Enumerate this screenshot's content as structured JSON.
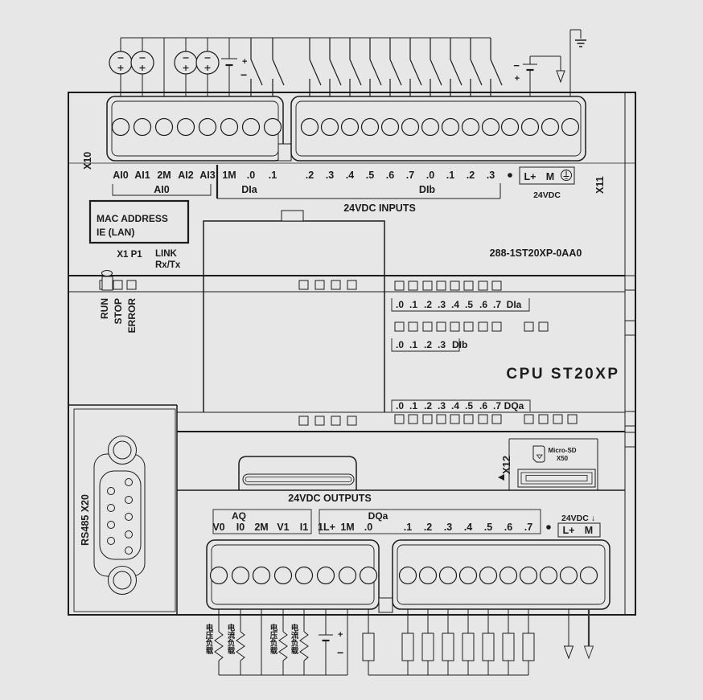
{
  "colors": {
    "background": "#e7e7e7",
    "line": "#1c1c1c"
  },
  "module": {
    "cpu_name": "CPU ST20XP",
    "order_number": "288-1ST20XP-0AA0"
  },
  "connectors": {
    "x10": "X10",
    "x11": "X11",
    "x12": "X12",
    "rs485": "RS485 X20",
    "sd_name": "Micro-SD",
    "sd_port": "X50"
  },
  "top_terminals": {
    "analog_pins": [
      "AI0",
      "AI1",
      "2M",
      "AI2",
      "AI3"
    ],
    "analog_group_label": "AI0",
    "dia_pins": [
      "1M",
      ".0",
      ".1",
      ".2",
      ".3",
      ".4",
      ".5",
      ".6",
      ".7"
    ],
    "dia_group_label": "DIa",
    "dib_pins": [
      ".0",
      ".1",
      ".2",
      ".3"
    ],
    "dib_group_label": "DIb",
    "unused_dot": "•",
    "power_pins": [
      "L+",
      "M"
    ],
    "power_label": "24VDC",
    "section_label": "24VDC INPUTS"
  },
  "info": {
    "mac_line1": "MAC ADDRESS",
    "mac_line2": "IE (LAN)",
    "port": "X1 P1",
    "link": "LINK",
    "rxtx": "Rx/Tx"
  },
  "status_leds": [
    "RUN",
    "STOP",
    "ERROR"
  ],
  "led_rows": {
    "dia": {
      "ticks": [
        ".0",
        ".1",
        ".2",
        ".3",
        ".4",
        ".5",
        ".6",
        ".7"
      ],
      "label": "DIa"
    },
    "dib": {
      "ticks": [
        ".0",
        ".1",
        ".2",
        ".3"
      ],
      "label": "DIb"
    },
    "dqa": {
      "ticks": [
        ".0",
        ".1",
        ".2",
        ".3",
        ".4",
        ".5",
        ".6",
        ".7"
      ],
      "label": "DQa"
    }
  },
  "bottom_terminals": {
    "section_label": "24VDC OUTPUTS",
    "aq_group_label": "AQ",
    "aq_pins": [
      "V0",
      "I0",
      "2M",
      "V1",
      "I1"
    ],
    "dqa_group_label": "DQa",
    "dqa_pins": [
      "1L+",
      "1M",
      ".0",
      ".1",
      ".2",
      ".3",
      ".4",
      ".5",
      ".6",
      ".7"
    ],
    "unused_dot": "•",
    "power_label": "24VDC ↓",
    "power_pins": [
      "L+",
      "M"
    ]
  },
  "loads": {
    "voltage": "电压负载",
    "current": "电流负载"
  },
  "symbols": {
    "plus": "+",
    "minus": "−"
  }
}
